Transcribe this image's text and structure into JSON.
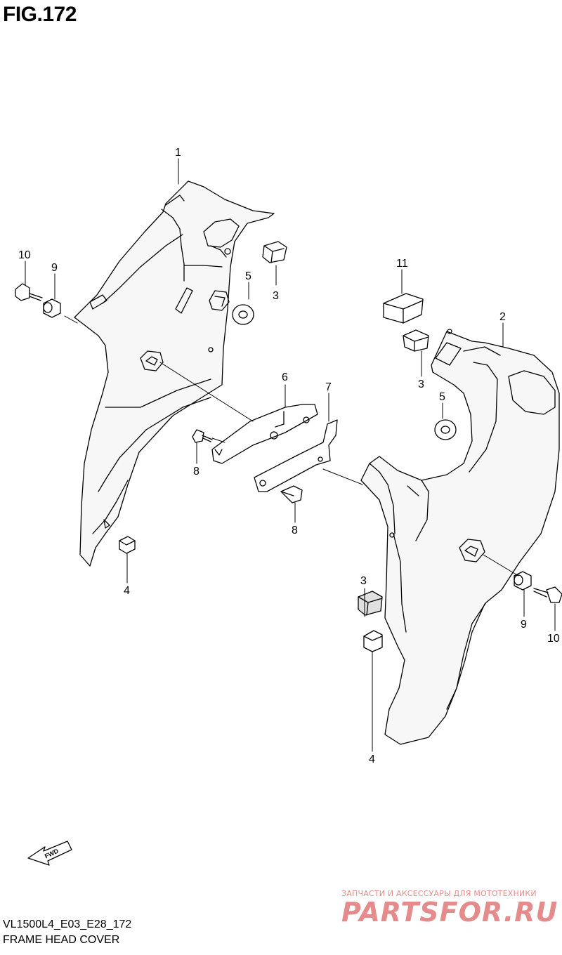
{
  "figure": {
    "title": "FIG.172"
  },
  "footer": {
    "model_code": "VL1500L4_E03_E28_172",
    "caption": "FRAME HEAD COVER"
  },
  "watermark": {
    "tagline": "ЗАПЧАСТИ И АКСЕССУАРЫ ДЛЯ МОТОТЕХНИКИ",
    "logo": "PARTSFOR.RU",
    "color": "#e48b8b"
  },
  "fwd_label": "FWD",
  "callouts": {
    "c1": "1",
    "c2": "2",
    "c3a": "3",
    "c3b": "3",
    "c3c": "3",
    "c4a": "4",
    "c4b": "4",
    "c5a": "5",
    "c5b": "5",
    "c6": "6",
    "c7": "7",
    "c8a": "8",
    "c8b": "8",
    "c9a": "9",
    "c9b": "9",
    "c10a": "10",
    "c10b": "10",
    "c11": "11"
  }
}
